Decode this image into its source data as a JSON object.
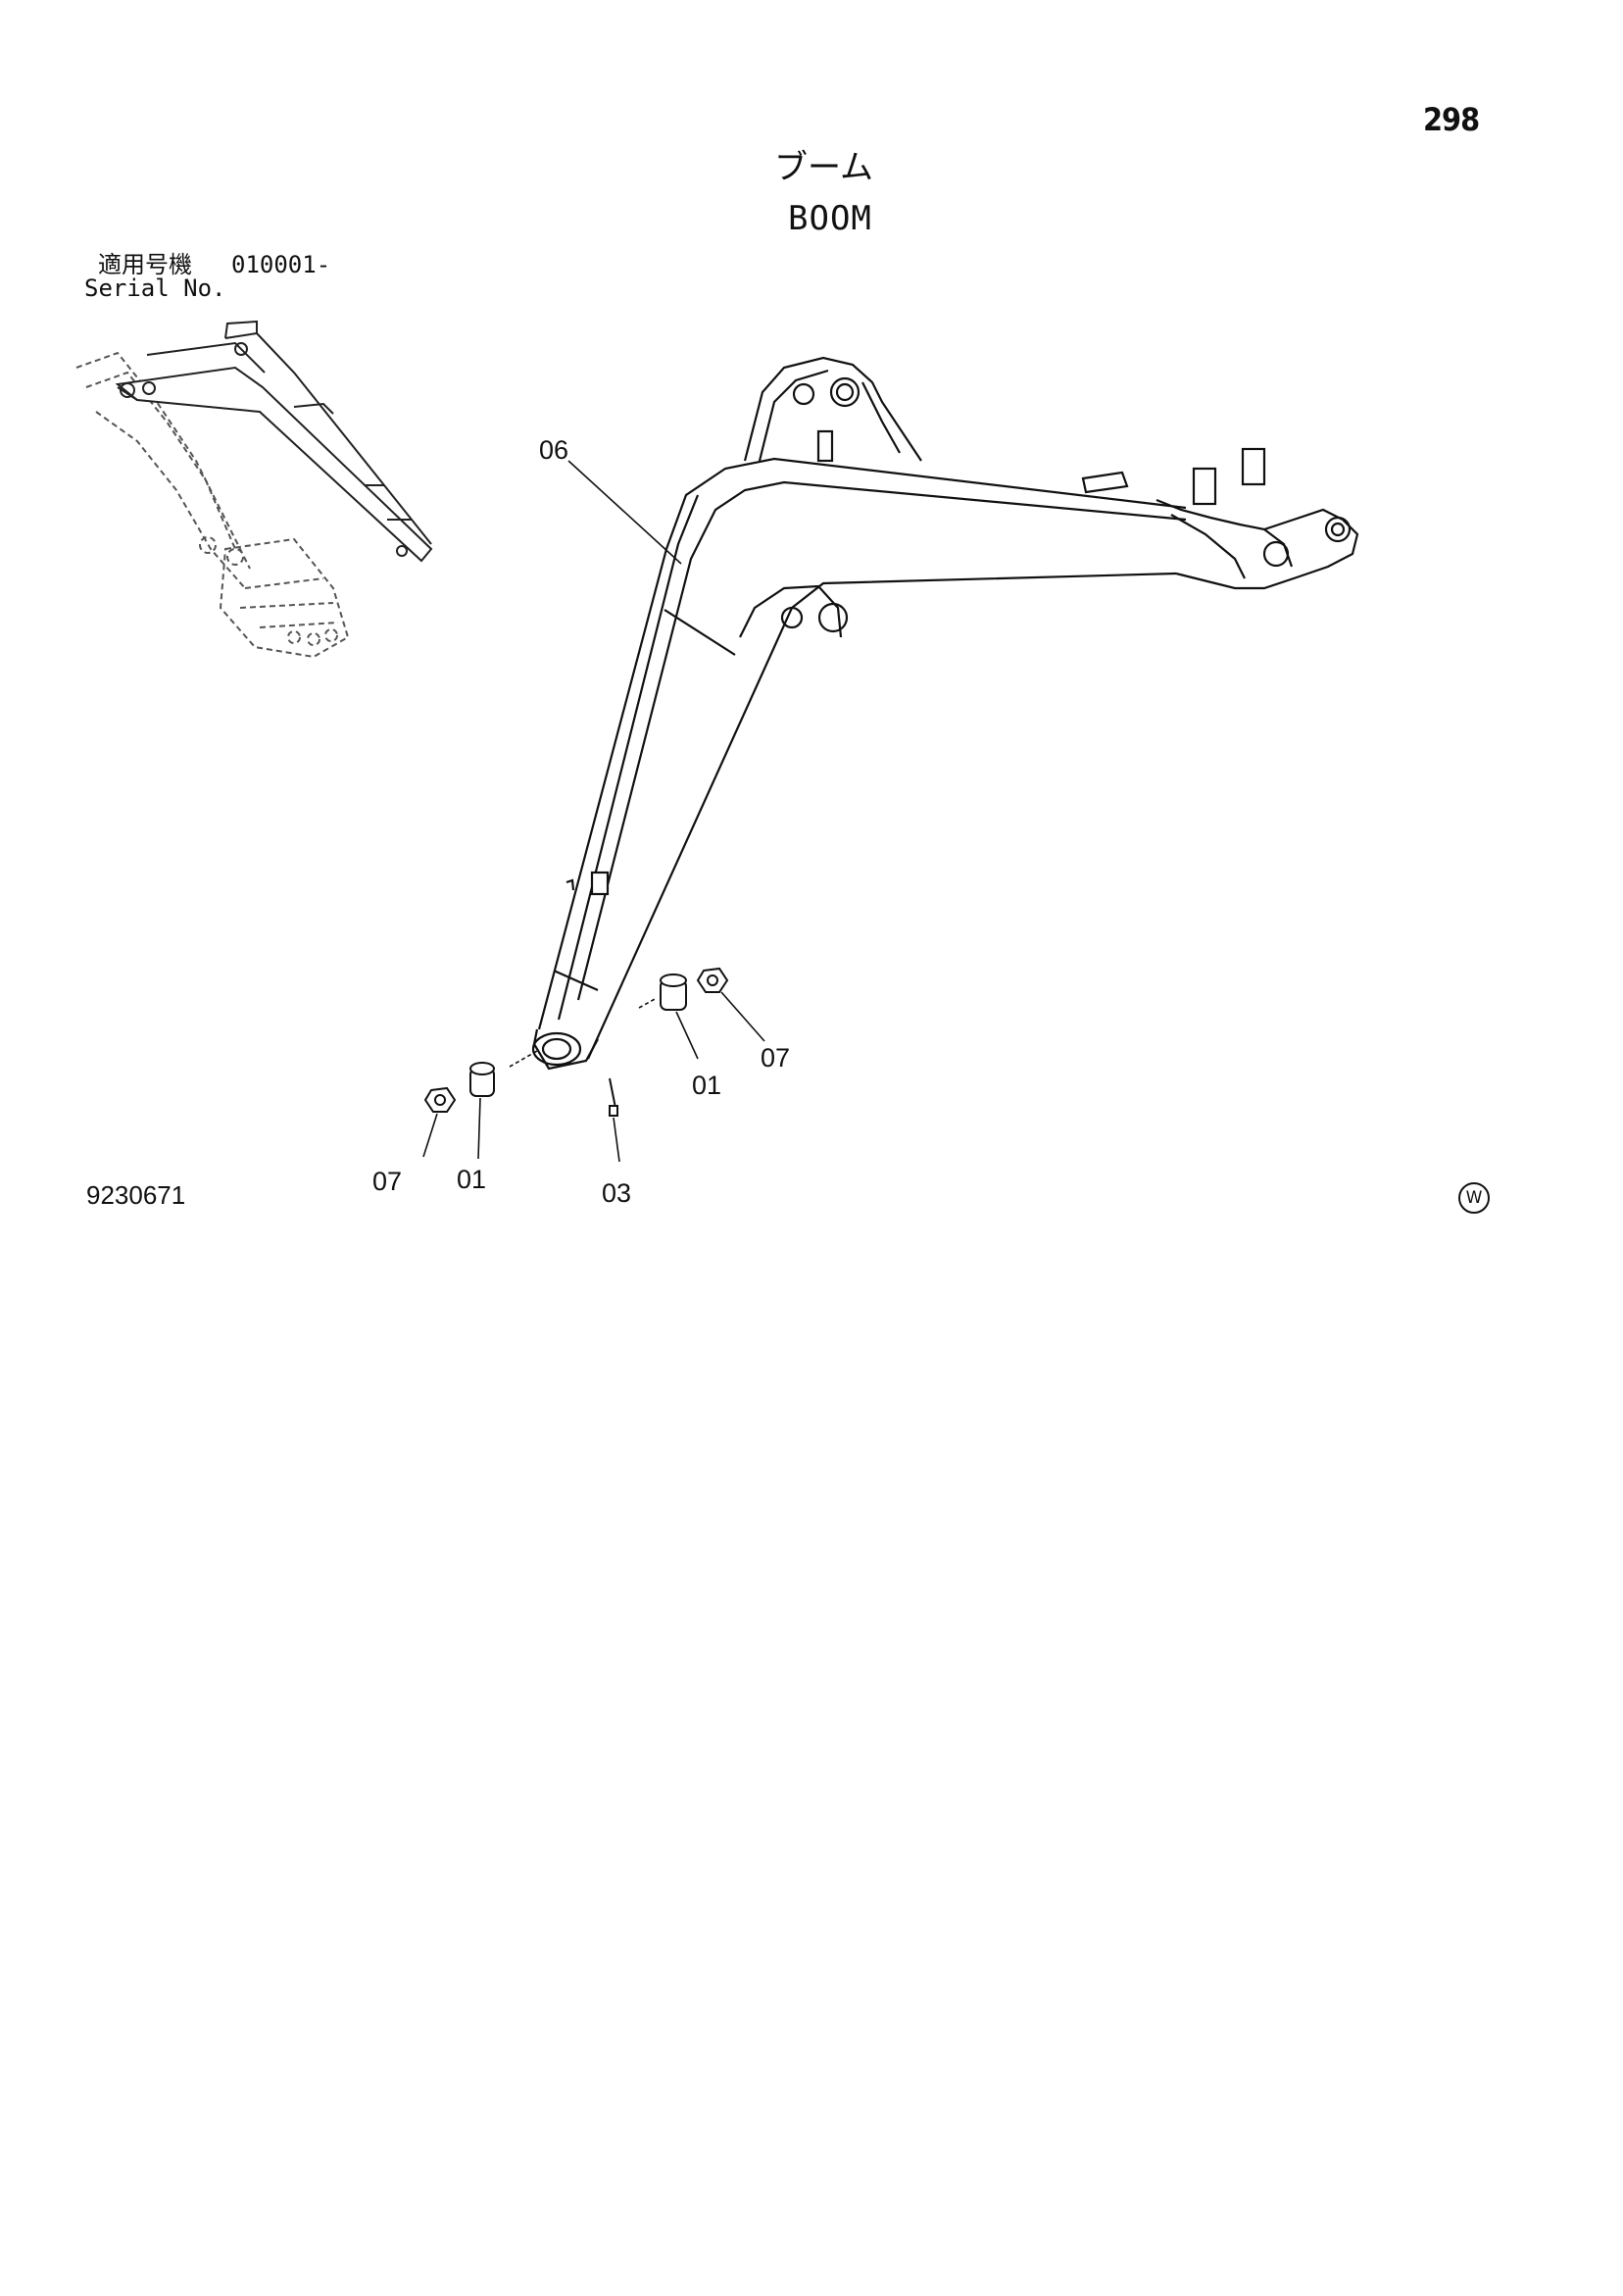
{
  "page_number": "298",
  "title_jp": "ブーム",
  "title_en": "BOOM",
  "serial": {
    "label_jp": "適用号機",
    "code": "010001-",
    "label_en": "Serial No."
  },
  "drawing_number": "9230671",
  "mark": "W",
  "callouts": {
    "c06": "06",
    "c07_left": "07",
    "c01_left": "01",
    "c03": "03",
    "c01_right": "01",
    "c07_right": "07"
  }
}
